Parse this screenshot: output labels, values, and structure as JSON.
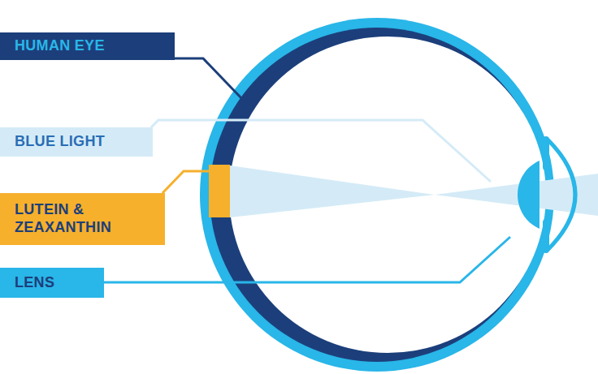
{
  "diagram": {
    "nodes": [
      {
        "text": [
          "HUMAN EYE"
        ]
      },
      {
        "text": [
          "BLUE LIGHT"
        ]
      },
      {
        "text": [
          "LUTEIN & ZEAXANTHIN"
        ]
      },
      {
        "text": [
          "LENS"
        ]
      }
    ]
  }
}
